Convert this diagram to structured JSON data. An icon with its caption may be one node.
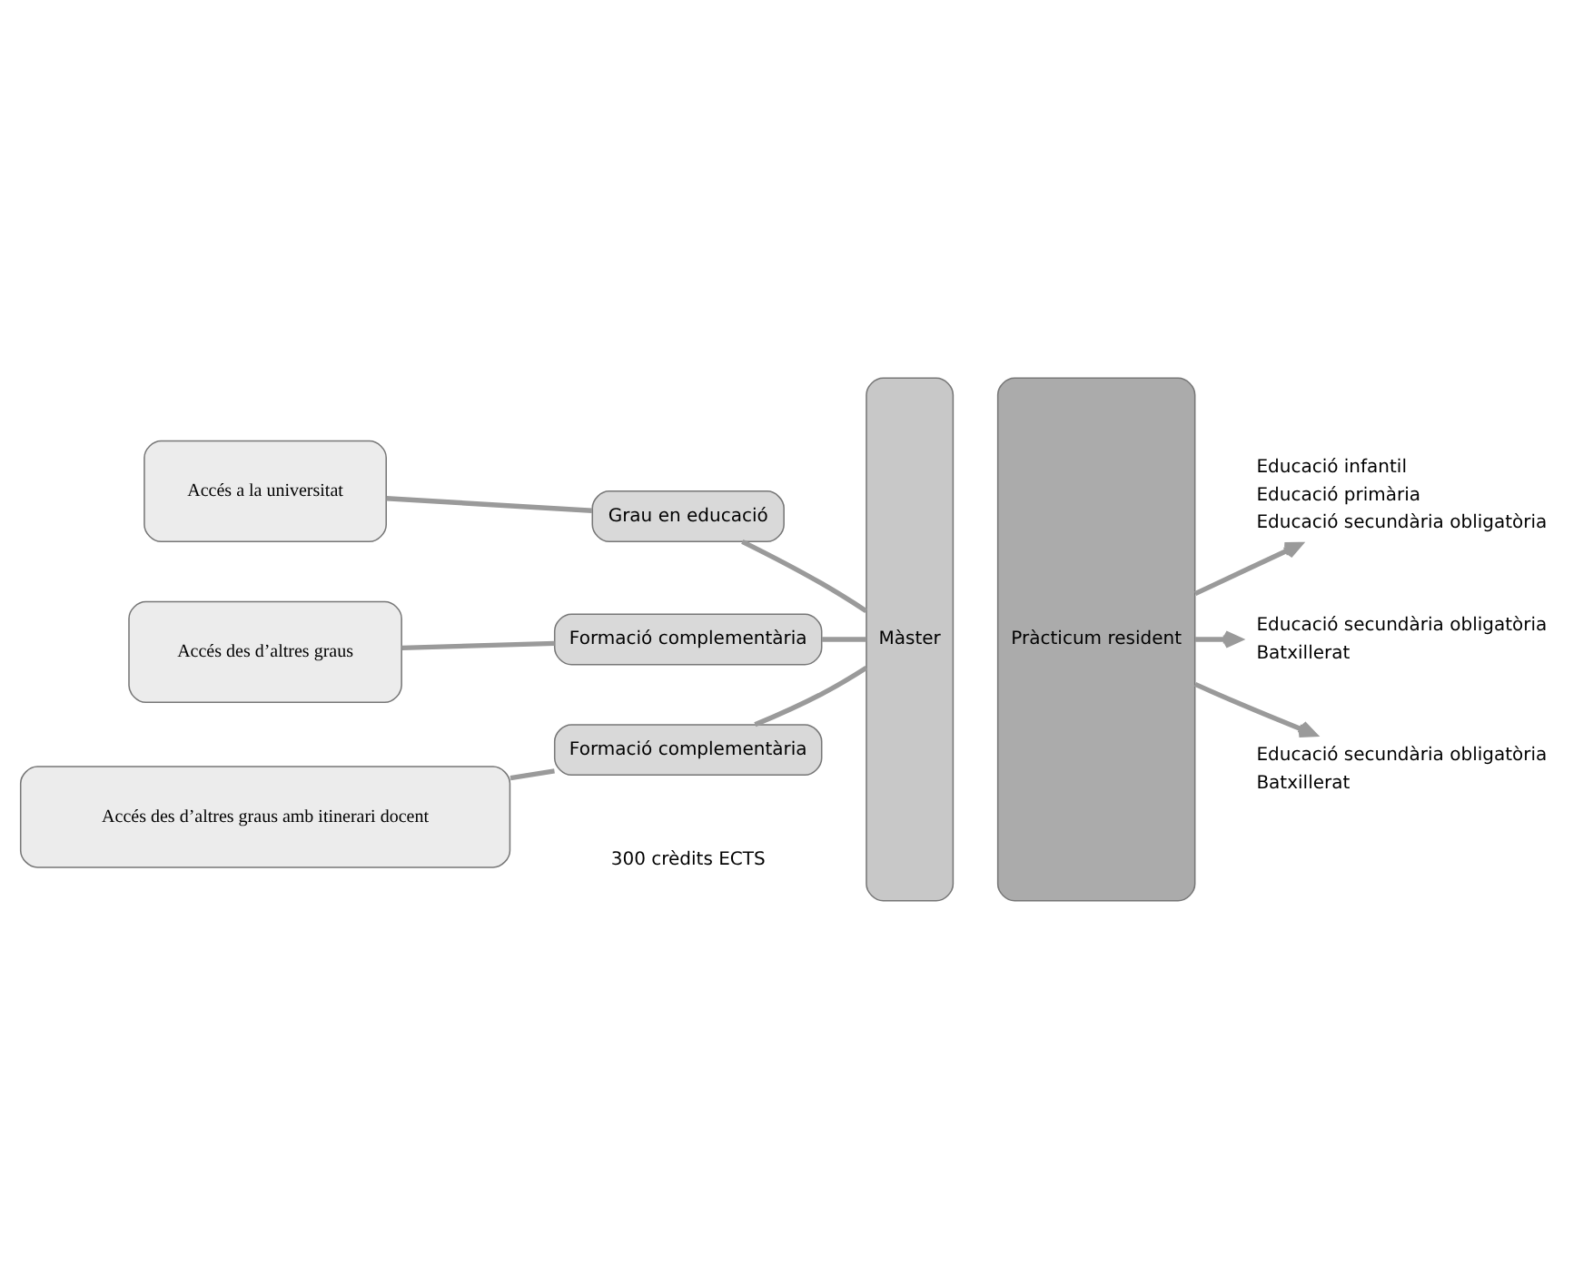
{
  "diagram": {
    "nodes": [
      {
        "text": [
          "Accés a la universitat"
        ]
      },
      {
        "text": [
          "Grau en educació"
        ]
      },
      {
        "text": [
          "Accés des d’altres graus"
        ]
      },
      {
        "text": [
          "Formació complementària"
        ]
      },
      {
        "text": [
          "Accés des d’altres graus amb itinerari docent"
        ]
      },
      {
        "text": [
          "Formació complementària"
        ]
      },
      {
        "text": [
          "Màster"
        ]
      },
      {
        "text": [
          "Pràcticum resident"
        ]
      },
      {
        "text": [
          "Educació infantil",
          "Educació primària",
          "Educació secundària obligatòria"
        ]
      },
      {
        "text": [
          "Educació secundària obligatòria",
          "Batxillerat"
        ]
      },
      {
        "text": [
          "Educació secundària obligatòria",
          "Batxillerat"
        ]
      }
    ],
    "edges": [
      {
        "from": 0,
        "to": 1,
        "arrow": "none"
      },
      {
        "from": 1,
        "to": 6,
        "arrow": "none"
      },
      {
        "from": 2,
        "to": 3,
        "arrow": "none"
      },
      {
        "from": 3,
        "to": 6,
        "arrow": "none"
      },
      {
        "from": 4,
        "to": 5,
        "arrow": "none"
      },
      {
        "from": 5,
        "to": 6,
        "arrow": "none"
      },
      {
        "from": 7,
        "to": 8,
        "arrow": "to"
      },
      {
        "from": 7,
        "to": 9,
        "arrow": "to"
      },
      {
        "from": 7,
        "to": 10,
        "arrow": "to"
      }
    ],
    "labels": [
      "300 crèdits ECTS"
    ]
  }
}
